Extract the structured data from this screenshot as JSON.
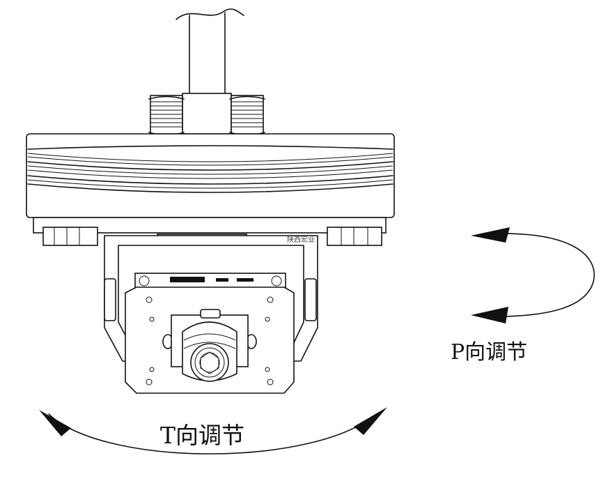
{
  "labels": {
    "p_direction": "P向调节",
    "t_direction": "T向调节",
    "watermark": "陕西宏业"
  },
  "colors": {
    "line": "#111111",
    "background": "#ffffff"
  }
}
